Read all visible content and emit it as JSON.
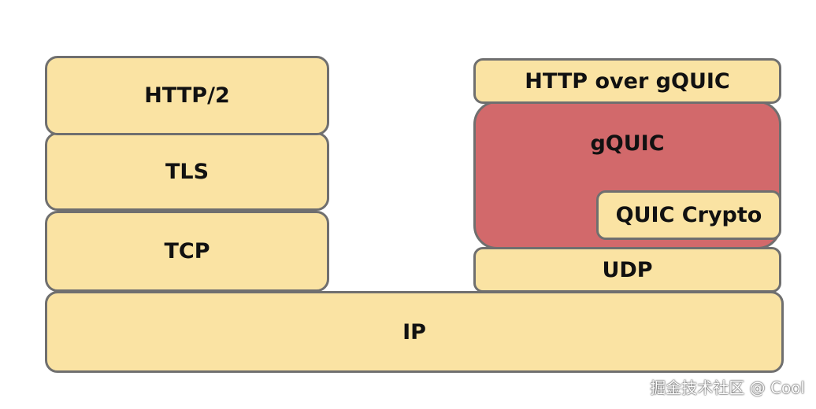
{
  "left_stack": {
    "http2": "HTTP/2",
    "tls": "TLS",
    "tcp": "TCP"
  },
  "right_stack": {
    "http_over_gquic": "HTTP over gQUIC",
    "gquic": "gQUIC",
    "quic_crypto": "QUIC Crypto",
    "udp": "UDP"
  },
  "base": {
    "ip": "IP"
  },
  "watermark": "掘金技术社区 @ Cool",
  "colors": {
    "layer_fill": "#fae3a3",
    "gquic_fill": "#d2696b",
    "border": "#6f6f6f"
  }
}
